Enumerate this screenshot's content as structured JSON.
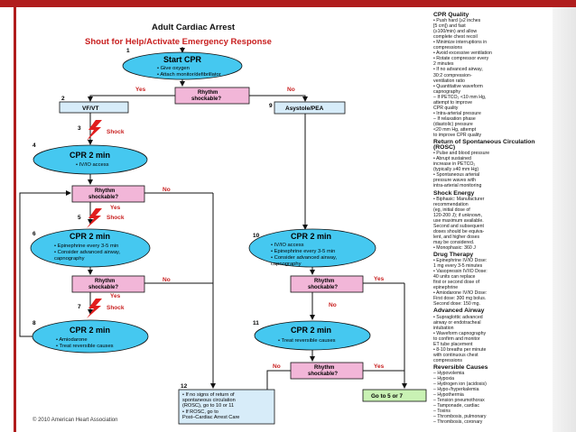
{
  "slide_colors": {
    "accent_red": "#b01d1d",
    "oval_fill": "#45c8f0",
    "diamond_fill": "#f2b6d8",
    "box_fill": "#d7ecf9",
    "go_fill": "#c9f2b4"
  },
  "diagram": {
    "title": "Adult Cardiac Arrest",
    "subtitle": "Shout for Help/Activate Emergency Response",
    "step_numbers": [
      "1",
      "2",
      "3",
      "4",
      "5",
      "6",
      "7",
      "8",
      "9",
      "10",
      "11",
      "12"
    ],
    "start_cpr": {
      "title": "Start CPR",
      "bullets": [
        "• Give oxygen",
        "• Attach monitor/defibrillator"
      ]
    },
    "rhythm_shockable_label": "Rhythm shockable?",
    "yes": "Yes",
    "no": "No",
    "vf_vt": "VF/VT",
    "asystole_pea": "Asystole/PEA",
    "shock": "Shock",
    "cpr2_a": {
      "title": "CPR 2 min",
      "bullets": [
        "• IV/IO access"
      ]
    },
    "cpr2_b": {
      "title": "CPR 2 min",
      "bullets": [
        "• Epinephrine every 3-5 min",
        "• Consider advanced airway,",
        "  capnography"
      ]
    },
    "cpr2_c": {
      "title": "CPR 2 min",
      "bullets": [
        "• Amiodarone",
        "• Treat reversible causes"
      ]
    },
    "cpr2_d": {
      "title": "CPR 2 min",
      "bullets": [
        "• IV/IO access",
        "• Epinephrine every 3-5 min",
        "• Consider advanced airway,",
        "  capnography"
      ]
    },
    "cpr2_e": {
      "title": "CPR 2 min",
      "bullets": [
        "• Treat reversible causes"
      ]
    },
    "box12": [
      "• If no signs of return of",
      "  spontaneous circulation",
      "  (ROSC), go to 10 or 11",
      "• If ROSC, go to",
      "  Post–Cardiac Arrest Care"
    ],
    "go_to": "Go to 5 or 7",
    "footer": "© 2010 American Heart Association"
  },
  "sidebar": [
    {
      "heading": "CPR Quality",
      "lines": [
        "• Push hard (≥2 inches",
        "  [5 cm]) and fast",
        "  (≥100/min) and allow",
        "  complete chest recoil",
        "• Minimize interruptions in",
        "  compressions",
        "• Avoid excessive ventilation",
        "• Rotate compressor every",
        "  2 minutes",
        "• If no advanced airway,",
        "  30:2 compression-",
        "  ventilation ratio",
        "• Quantitative waveform",
        "  capnography",
        "  – If PETCO₂ <10 mm Hg,",
        "    attempt to improve",
        "    CPR quality",
        "• Intra-arterial pressure",
        "  – If relaxation phase",
        "    (diastolic) pressure",
        "    <20 mm Hg, attempt",
        "    to improve CPR quality"
      ]
    },
    {
      "heading": "Return of Spontaneous Circulation (ROSC)",
      "lines": [
        "• Pulse and blood pressure",
        "• Abrupt sustained",
        "  increase in PETCO₂",
        "  (typically ≥40 mm Hg)",
        "• Spontaneous arterial",
        "  pressure waves with",
        "  intra-arterial monitoring"
      ]
    },
    {
      "heading": "Shock Energy",
      "lines": [
        "• Biphasic: Manufacturer",
        "  recommendation",
        "  (eg, initial dose of",
        "  120-200 J); if unknown,",
        "  use maximum available.",
        "  Second and subsequent",
        "  doses should be equiva-",
        "  lent, and higher doses",
        "  may be considered.",
        "• Monophasic: 360 J"
      ]
    },
    {
      "heading": "Drug Therapy",
      "lines": [
        "• Epinephrine IV/IO Dose:",
        "  1 mg every 3-5 minutes",
        "• Vasopressin IV/IO Dose:",
        "  40 units can replace",
        "  first or second dose of",
        "  epinephrine",
        "• Amiodarone IV/IO Dose:",
        "  First dose: 300 mg bolus.",
        "  Second dose: 150 mg."
      ]
    },
    {
      "heading": "Advanced Airway",
      "lines": [
        "• Supraglottic advanced",
        "  airway or endotracheal",
        "  intubation",
        "• Waveform capnography",
        "  to confirm and monitor",
        "  ET tube placement",
        "• 8-10 breaths per minute",
        "  with continuous chest",
        "  compressions"
      ]
    },
    {
      "heading": "Reversible Causes",
      "lines": [
        "– Hypovolemia",
        "– Hypoxia",
        "– Hydrogen ion (acidosis)",
        "– Hypo-/hyperkalemia",
        "– Hypothermia",
        "– Tension pneumothorax",
        "– Tamponade, cardiac",
        "– Toxins",
        "– Thrombosis, pulmonary",
        "– Thrombosis, coronary"
      ]
    }
  ]
}
